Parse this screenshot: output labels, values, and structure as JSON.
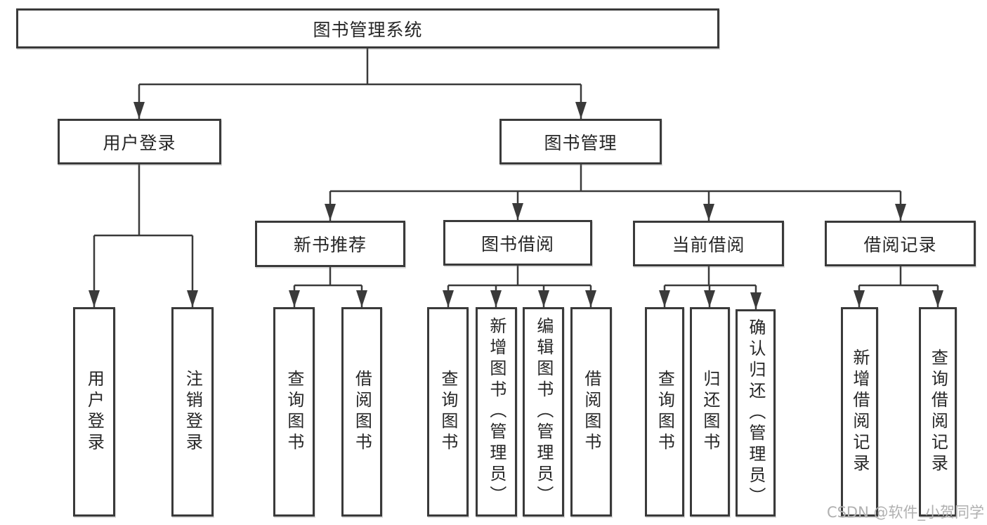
{
  "colors": {
    "background": "#ffffff",
    "border": "#3a3a3a",
    "line": "#3a3a3a",
    "text": "#262626",
    "watermark": "#b0b0b0"
  },
  "watermark": {
    "text": "CSDN @软件_小贺同学"
  },
  "nodes": {
    "root": {
      "label": "图书管理系统"
    },
    "level2": {
      "user_login": {
        "label": "用户登录"
      },
      "book_mgmt": {
        "label": "图书管理"
      }
    },
    "level3": {
      "new_rec": {
        "label": "新书推荐"
      },
      "borrow": {
        "label": "图书借阅"
      },
      "current": {
        "label": "当前借阅"
      },
      "records": {
        "label": "借阅记录"
      }
    },
    "leaves": {
      "user_login_leaf": {
        "label": "用户登录"
      },
      "logout": {
        "label": "注销登录"
      },
      "rec_query": {
        "label": "查询图书"
      },
      "rec_borrow": {
        "label": "借阅图书"
      },
      "bb_query": {
        "label": "查询图书"
      },
      "bb_add": {
        "label": "新增图书（管理员）"
      },
      "bb_edit": {
        "label": "编辑图书（管理员）"
      },
      "bb_borrow": {
        "label": "借阅图书"
      },
      "cb_query": {
        "label": "查询图书"
      },
      "cb_return": {
        "label": "归还图书"
      },
      "cb_confirm": {
        "label": "确认归还（管理员）"
      },
      "br_add": {
        "label": "新增借阅记录"
      },
      "br_query": {
        "label": "查询借阅记录"
      }
    }
  }
}
